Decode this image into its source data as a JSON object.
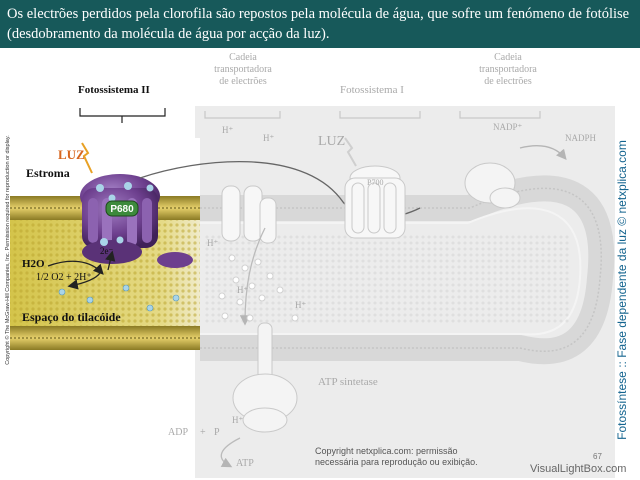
{
  "header": {
    "text": "Os electrões perdidos pela clorofila são repostos pela molécula de água, que sofre um fenómeno de fotólise (desdobramento da molécula de água por acção da luz)."
  },
  "labels": {
    "fotossistema_ii": "Fotossistema II",
    "cadeia_1": [
      "Cadeia",
      "transportadora",
      "de electrões"
    ],
    "fotossistema_i": "Fotossistema I",
    "cadeia_2": [
      "Cadeia",
      "transportadora",
      "de electrões"
    ],
    "luz_1": "LUZ",
    "luz_2": "LUZ",
    "estroma": "Estroma",
    "p680": "P680",
    "p700": "P700",
    "h2o": "H2O",
    "two_e": "2e⁻",
    "half_o2": "1/2 O2 + 2H⁺",
    "espaco": "Espaço do tilacóide",
    "nadp": "NADP⁺",
    "nadph": "NADPH",
    "atp_sintetase": "ATP sintetase",
    "adp": "ADP",
    "plus": "+",
    "p": "P",
    "atp": "ATP",
    "h_plus": "H⁺"
  },
  "sidebar_text": "Fotossíntese :: Fase dependente da luz © netxplica.com",
  "copyright_text": "Copyright © The McGraw-Hill Companies, Inc. Permission required for reproduction or display.",
  "netxplica_notice": [
    "Copyright netxplica.com: permissão",
    "necessária para reprodução ou exibição."
  ],
  "page_number": "67",
  "watermark": "VisualLightBox.com",
  "colors": {
    "header_bg": "#17595a",
    "protein_purple": "#6d3f8e",
    "membrane_yellow": "#c9b53a",
    "luz_orange": "#d7661f",
    "sidebar_blue": "#14648f"
  }
}
